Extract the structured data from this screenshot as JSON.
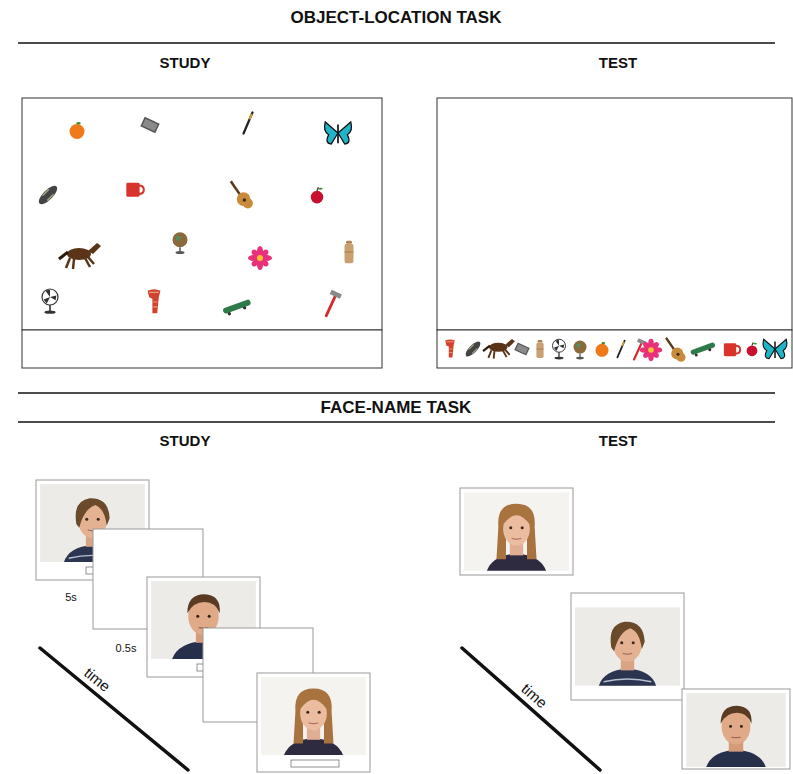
{
  "diagram": {
    "labels": [
      "OBJECT-LOCATION TASK",
      "STUDY",
      "TEST",
      "FACE-NAME TASK",
      "STUDY",
      "TEST",
      "5s",
      "0.5s",
      "time",
      "time"
    ]
  }
}
